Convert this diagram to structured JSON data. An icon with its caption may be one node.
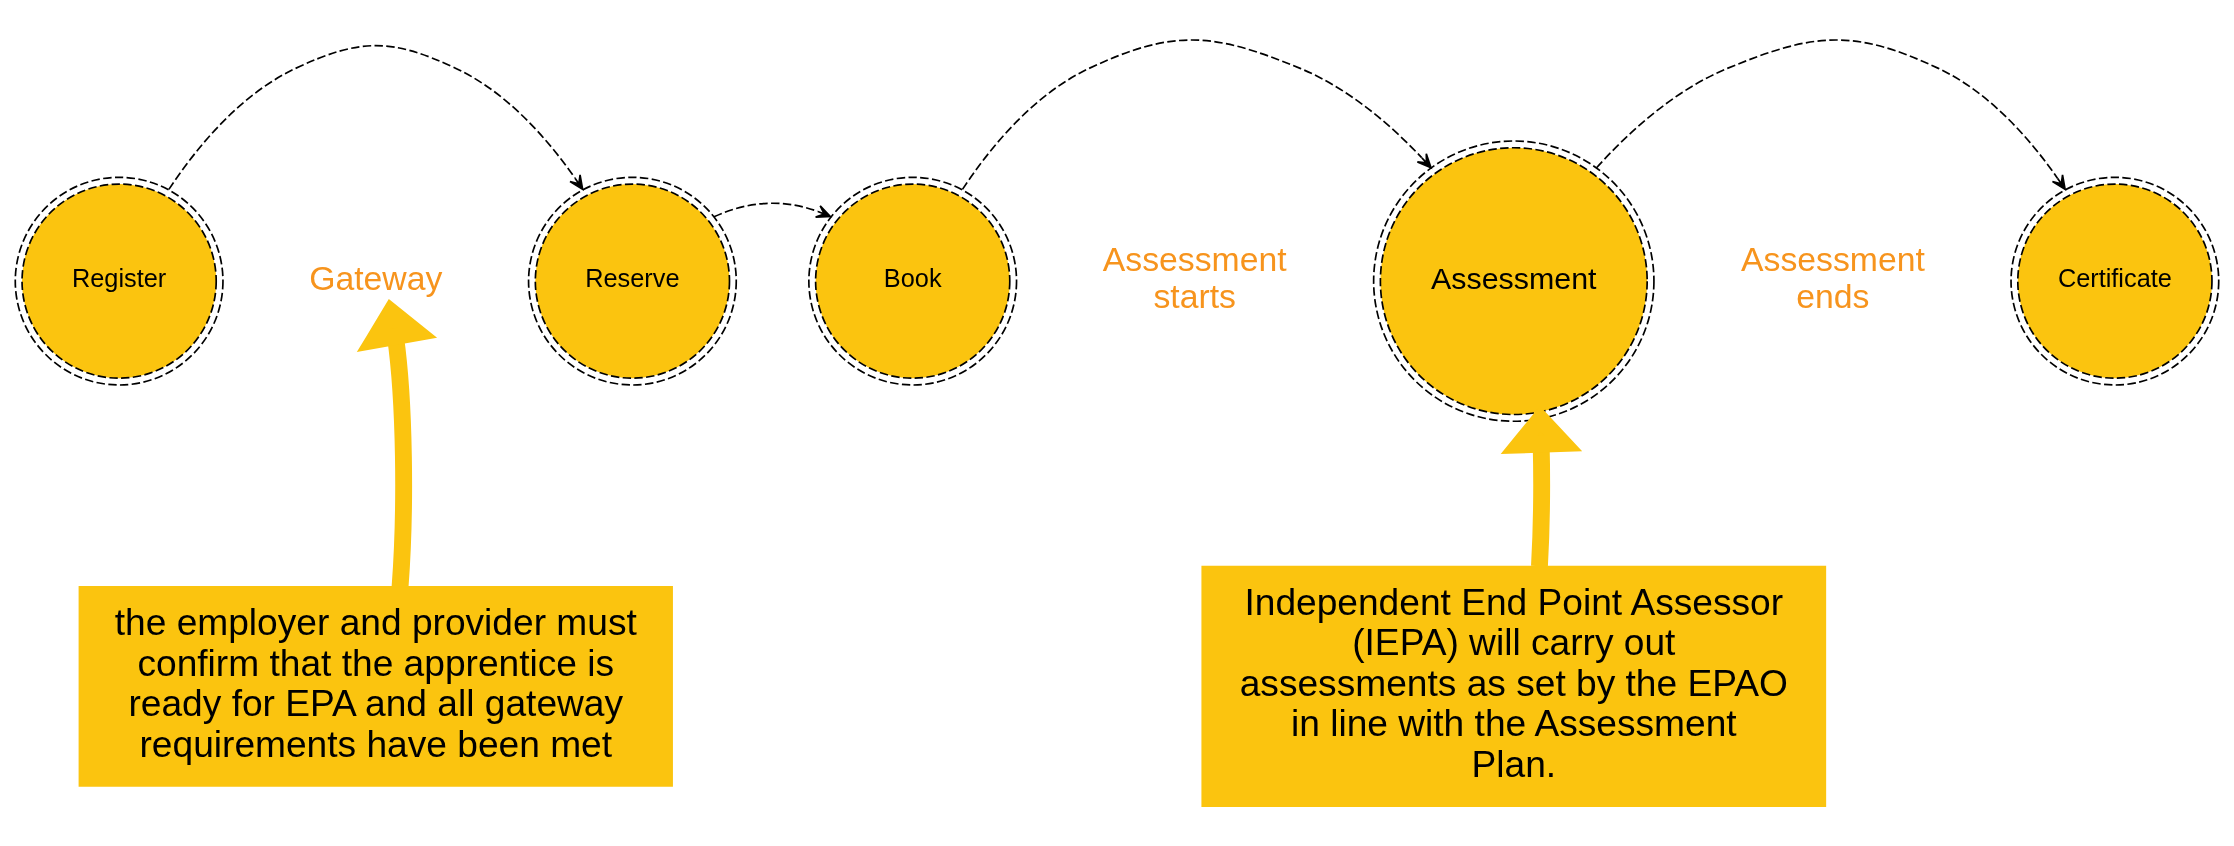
{
  "diagram": {
    "nodes": [
      {
        "text": [
          "Register"
        ]
      },
      {
        "text": [
          "Reserve"
        ]
      },
      {
        "text": [
          "Book"
        ]
      },
      {
        "text": [
          "Assessment"
        ]
      },
      {
        "text": [
          "Certificate"
        ]
      },
      {
        "text": [
          "the employer and provider must confirm that the apprentice is ready for EPA and all gateway requirements have been met"
        ]
      },
      {
        "text": [
          "Independent End Point Assessor (IEPA) will carry out assessments as set by the EPAO in line with the Assessment Plan."
        ]
      },
      {
        "text": [
          "Gateway"
        ]
      }
    ],
    "edges": [
      {
        "from": 0,
        "to": 1,
        "arrow": "to",
        "style": "dashed"
      },
      {
        "from": 1,
        "to": 2,
        "arrow": "to",
        "style": "dashed"
      },
      {
        "from": 2,
        "to": 3,
        "arrow": "to",
        "style": "dashed"
      },
      {
        "from": 3,
        "to": 4,
        "arrow": "to",
        "style": "dashed"
      },
      {
        "from": 5,
        "to": 7,
        "arrow": "to",
        "style": "thick",
        "color": "#fbc40f"
      },
      {
        "from": 6,
        "to": 3,
        "arrow": "to",
        "style": "thick",
        "color": "#fbc40f"
      }
    ],
    "labels": [
      "Assessment starts",
      "Assessment ends"
    ]
  }
}
